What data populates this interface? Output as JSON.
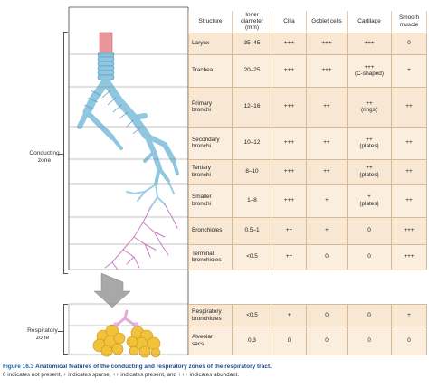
{
  "zones": {
    "conducting": "Conducting\nzone",
    "respiratory": "Respiratory\nzone"
  },
  "table": {
    "headers": [
      "Structure",
      "Inner diameter (mm)",
      "Cilia",
      "Goblet cells",
      "Cartilage",
      "Smooth muscle"
    ],
    "conducting_rows": [
      {
        "structure": "Larynx",
        "diameter": "35–45",
        "cilia": "+++",
        "goblet": "+++",
        "cartilage": "+++",
        "muscle": "0"
      },
      {
        "structure": "Trachea",
        "diameter": "20–25",
        "cilia": "+++",
        "goblet": "+++",
        "cartilage": "+++\n(C-shaped)",
        "muscle": "+"
      },
      {
        "structure": "Primary\nbronchi",
        "diameter": "12–16",
        "cilia": "+++",
        "goblet": "++",
        "cartilage": "++\n(rings)",
        "muscle": "++"
      },
      {
        "structure": "Secondary\nbronchi",
        "diameter": "10–12",
        "cilia": "+++",
        "goblet": "++",
        "cartilage": "++\n(plates)",
        "muscle": "++"
      },
      {
        "structure": "Tertiary\nbronchi",
        "diameter": "8–10",
        "cilia": "+++",
        "goblet": "++",
        "cartilage": "++\n(plates)",
        "muscle": "++"
      },
      {
        "structure": "Smaller\nbronchi",
        "diameter": "1–8",
        "cilia": "+++",
        "goblet": "+",
        "cartilage": "+\n(plates)",
        "muscle": "++"
      },
      {
        "structure": "Bronchioles",
        "diameter": "0.5–1",
        "cilia": "++",
        "goblet": "+",
        "cartilage": "0",
        "muscle": "+++"
      },
      {
        "structure": "Terminal\nbronchioles",
        "diameter": "<0.5",
        "cilia": "++",
        "goblet": "0",
        "cartilage": "0",
        "muscle": "+++"
      }
    ],
    "respiratory_rows": [
      {
        "structure": "Respiratory\nbronchioles",
        "diameter": "<0.5",
        "cilia": "+",
        "goblet": "0",
        "cartilage": "0",
        "muscle": "+"
      },
      {
        "structure": "Alveolar\nsacs",
        "diameter": "0.3",
        "cilia": "0",
        "goblet": "0",
        "cartilage": "0",
        "muscle": "0"
      }
    ]
  },
  "caption": {
    "figure_number": "Figure 16.3",
    "title": "Anatomical features of the conducting and respiratory zones of the respiratory tract.",
    "legend": "0 indicates not present, + indicates sparse, ++ indicates present, and +++ indicates abundant."
  },
  "colors": {
    "trachea_top": "#e8949a",
    "airway": "#8fc6e0",
    "airway_dark": "#5a9fc4",
    "bronchiole": "#c87fc4",
    "alveoli": "#f2c23a",
    "arrow": "#9a9a9a",
    "table_cell": "#f7e7d3",
    "table_border": "#d9b995"
  }
}
